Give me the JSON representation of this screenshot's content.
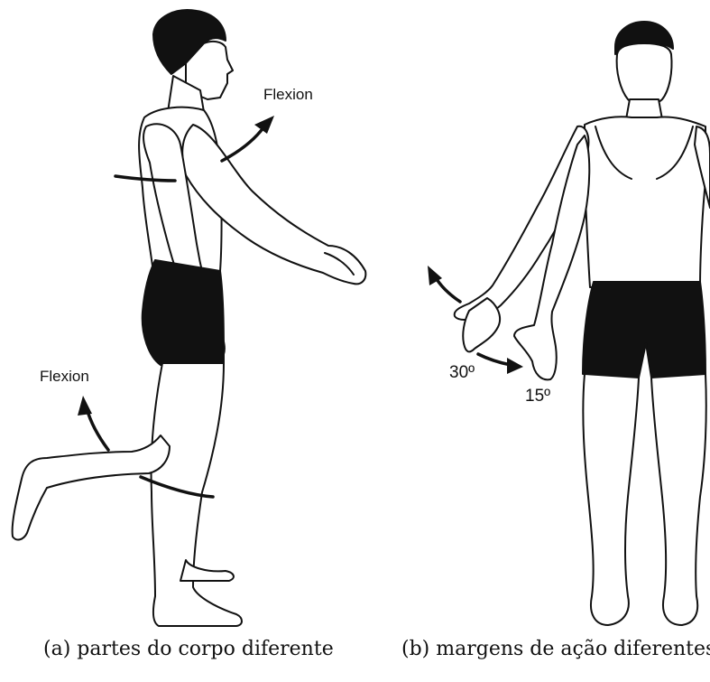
{
  "labels": {
    "flexion_arm": "Flexion",
    "flexion_leg": "Flexion",
    "angle_30": "30º",
    "angle_15": "15º"
  },
  "captions": {
    "a": "(a) partes do corpo diferente",
    "b": "(b) margens de ação diferentes"
  },
  "colors": {
    "ink": "#111111",
    "skin_fill": "#ffffff",
    "shorts_fill": "#111111"
  }
}
